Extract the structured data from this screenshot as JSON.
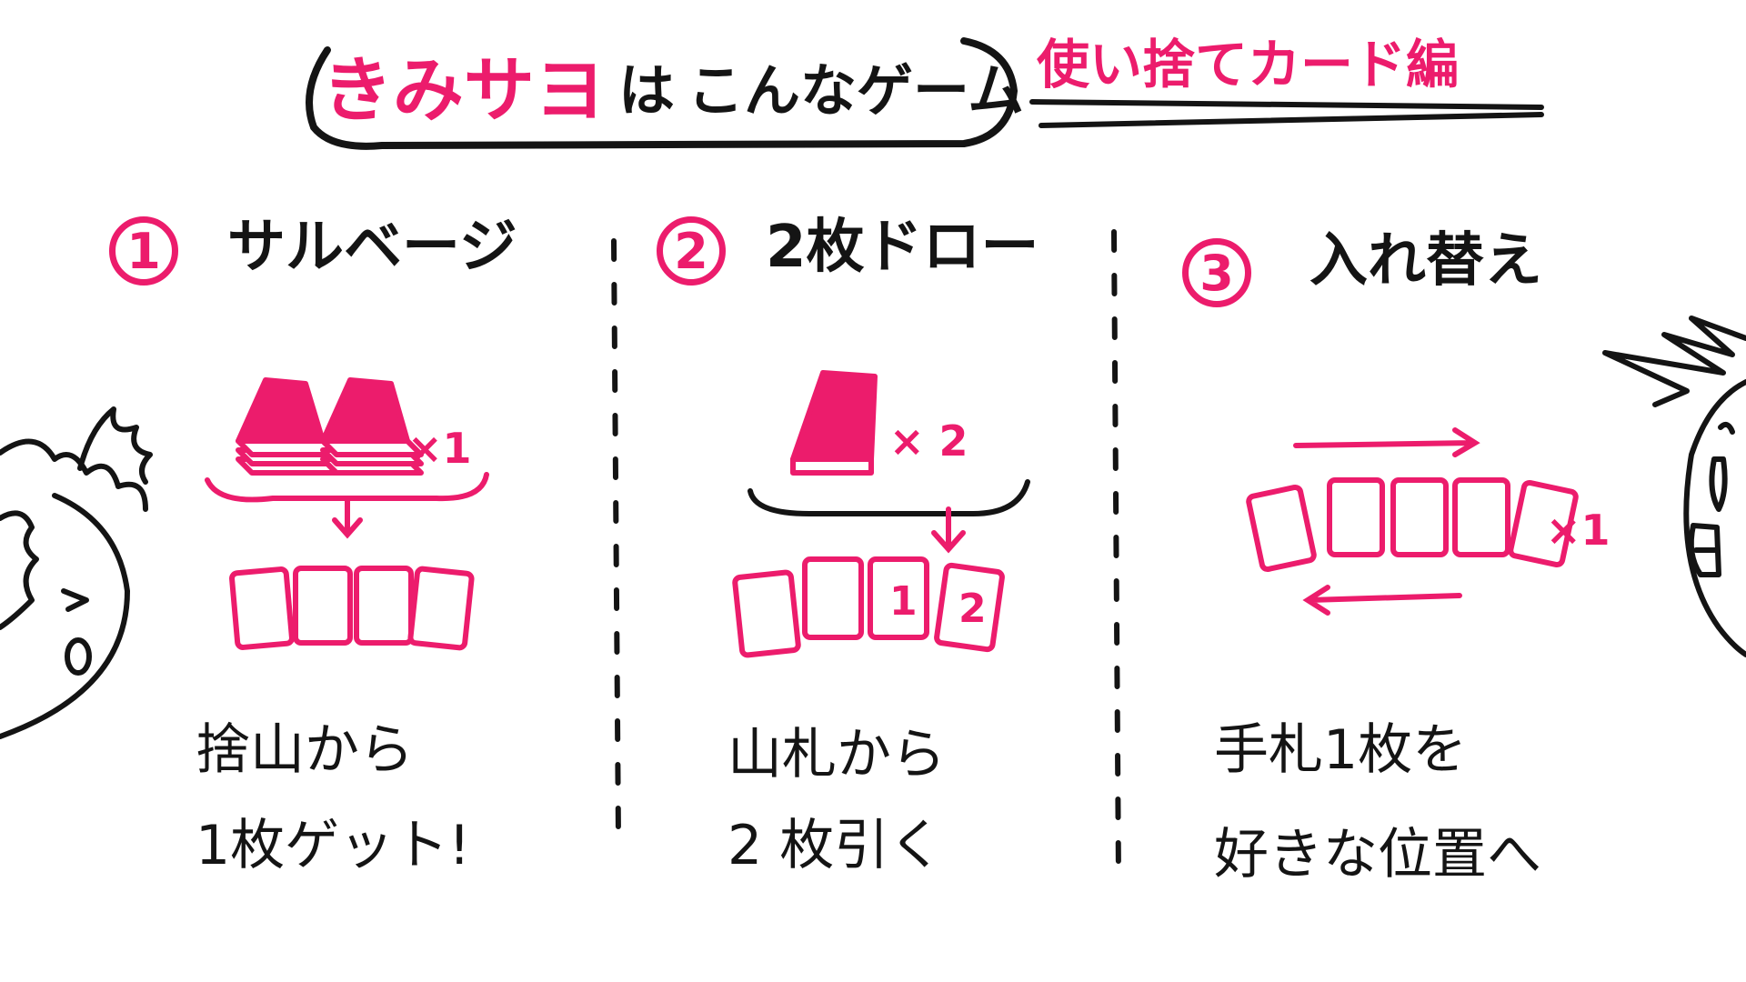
{
  "title": {
    "game_name": "きみサヨ",
    "connector": "は",
    "rest": "こんなゲーム",
    "subtitle": "使い捨てカード編"
  },
  "steps": [
    {
      "number": "1",
      "title": "サルベージ",
      "multiplier": "×1",
      "line1": "捨山から",
      "line2": "1枚ゲット!"
    },
    {
      "number": "2",
      "title": "2枚ドロー",
      "multiplier": "× 2",
      "line1": "山札から",
      "line2": "2 枚引く",
      "card_labels": [
        "1",
        "2"
      ]
    },
    {
      "number": "3",
      "title": "入れ替え",
      "multiplier": "×1",
      "line1": "手札1枚を",
      "line2": "好きな位置へ"
    }
  ],
  "colors": {
    "accent": "#ec1c6c",
    "ink": "#141414",
    "background": "#ffffff"
  }
}
